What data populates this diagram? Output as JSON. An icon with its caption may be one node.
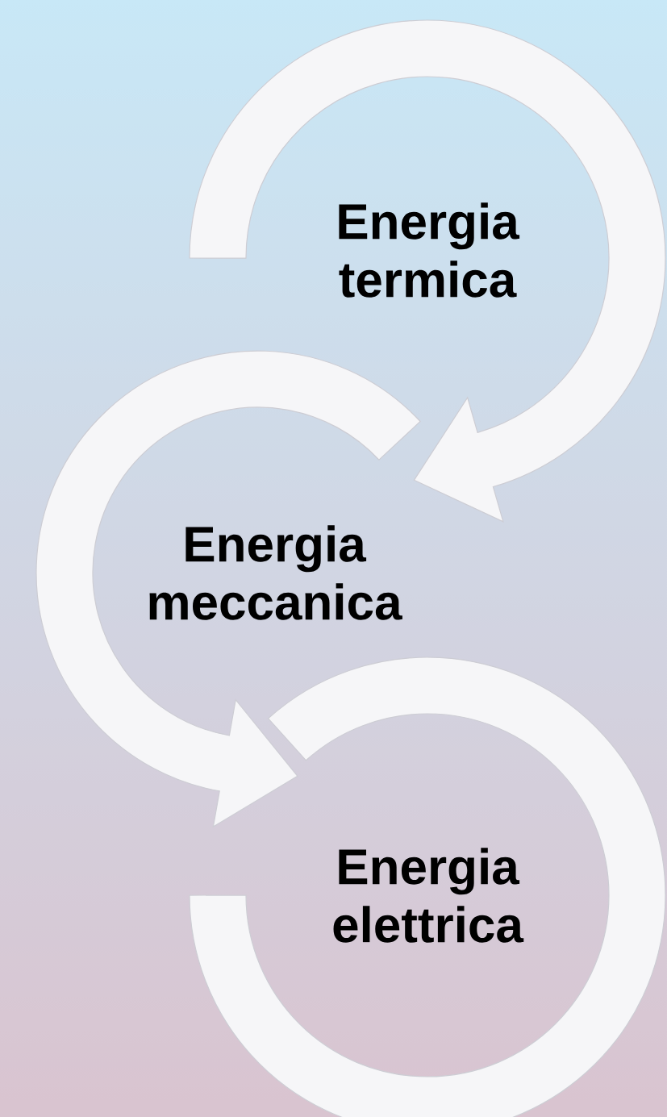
{
  "diagram": {
    "nodes": [
      {
        "text": [
          "Energia termica"
        ]
      },
      {
        "text": [
          "Energia meccanica"
        ]
      },
      {
        "text": [
          "Energia elettrica"
        ]
      }
    ],
    "edges": [
      {
        "from": 0,
        "to": 1,
        "arrow": "to"
      },
      {
        "from": 1,
        "to": 2,
        "arrow": "to"
      }
    ]
  }
}
